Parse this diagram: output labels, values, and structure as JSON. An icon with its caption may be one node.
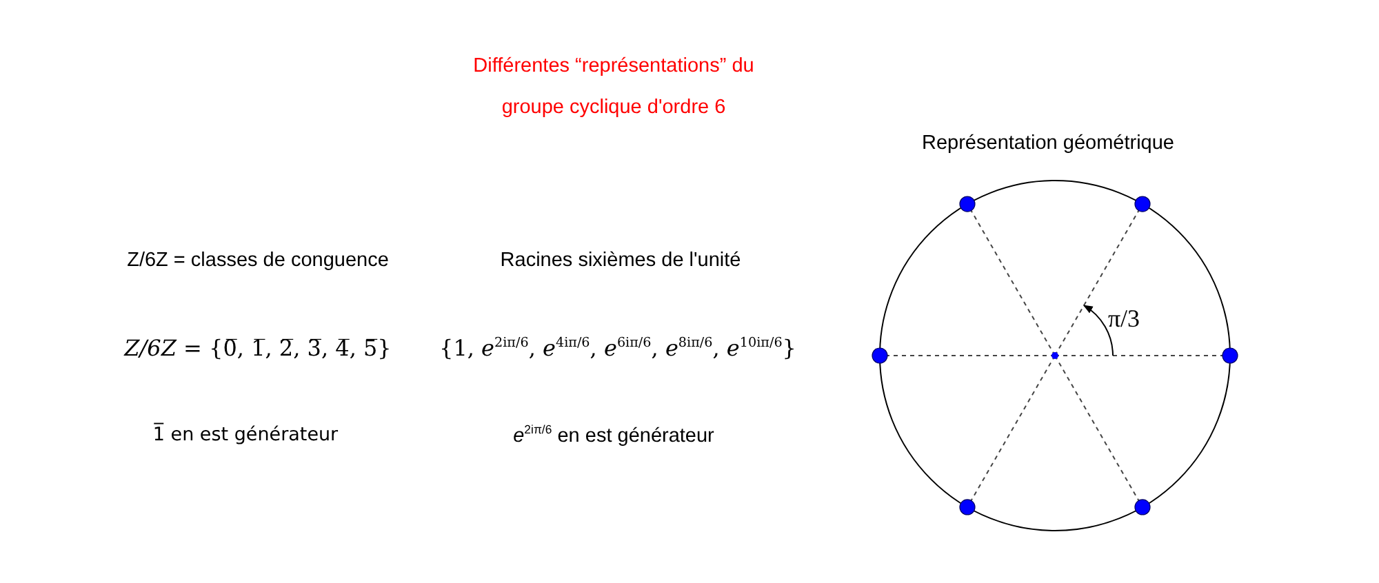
{
  "diagram": {
    "title": "Différentes “représentations” du groupe cyclique d'ordre 6",
    "labels": [
      "Représentation géométrique",
      "Z/6Z = classes de conguence",
      "Racines sixièmes de l'unité",
      "π/3",
      "*Z/6Z* = {0̅, 1̅, 2̅, 3̅, 4̅, 5̅}",
      "{1, *e*$^{2iπ/6}$, *e*$^{4iπ/6}$, *e*$^{6iπ/6}$, *e*$^{8iπ/6}$, *e*$^{10iπ/6}$}",
      "1̅ en est générateur",
      "*e*$^{2iπ/6}$ en est générateur"
    ]
  }
}
